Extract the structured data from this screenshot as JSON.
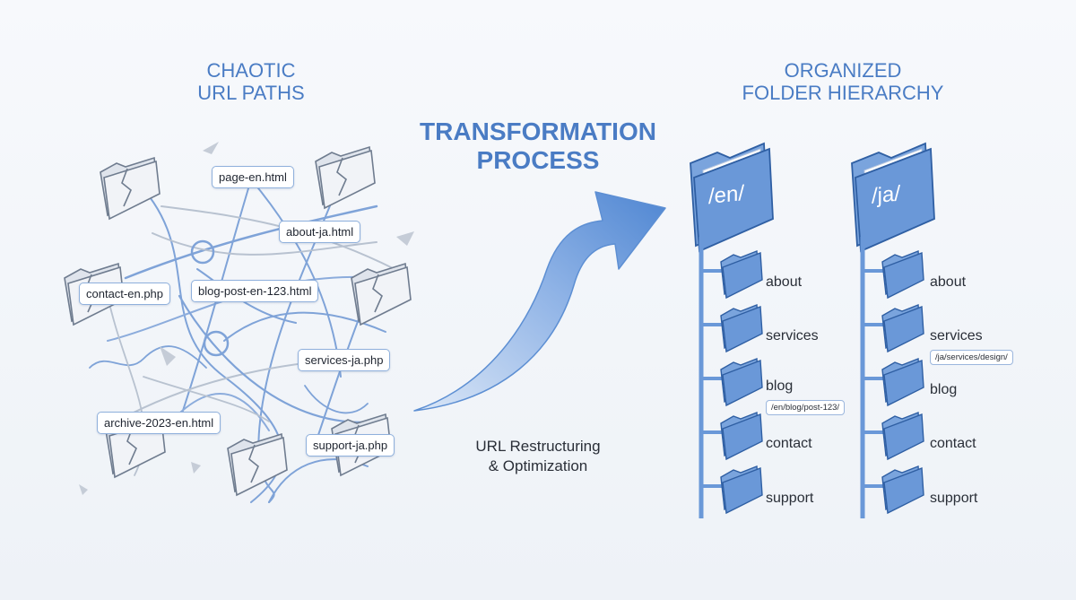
{
  "headings": {
    "left": [
      "CHAOTIC",
      "URL PATHS"
    ],
    "middle": [
      "TRANSFORMATION",
      "PROCESS"
    ],
    "right": [
      "ORGANIZED",
      "FOLDER HIERARCHY"
    ]
  },
  "chaotic_urls": [
    "page-en.html",
    "about-ja.html",
    "contact-en.php",
    "blog-post-en-123.html",
    "services-ja.php",
    "archive-2023-en.html",
    "support-ja.php"
  ],
  "caption": [
    "URL Restructuring",
    "& Optimization"
  ],
  "trees": [
    {
      "root": "/en/",
      "folders": [
        "about",
        "services",
        "blog",
        "contact",
        "support"
      ],
      "example_path": "/en/blog/post-123/"
    },
    {
      "root": "/ja/",
      "folders": [
        "about",
        "services",
        "blog",
        "contact",
        "support"
      ],
      "example_path": "/ja/services/design/"
    }
  ],
  "colors": {
    "accent": "#4a7cc4",
    "folder": "#6a98d8",
    "broken_folder": "#d9dfe8"
  }
}
